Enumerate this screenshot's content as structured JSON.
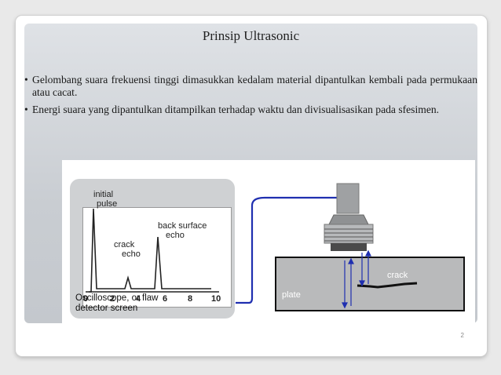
{
  "slide": {
    "title": "Prinsip Ultrasonic",
    "bullets": [
      "Gelombang suara frekuensi tinggi dimasukkan kedalam material dipantulkan kembali pada permukaan atau cacat.",
      "Energi suara yang dipantulkan ditampilkan terhadap waktu dan divisualisasikan pada sfesimen."
    ],
    "bullet_symbol": "•"
  },
  "figure": {
    "peaks": {
      "initial_pulse": [
        "initial",
        "pulse"
      ],
      "crack_echo": [
        "crack",
        "echo"
      ],
      "back_surface_echo": [
        "back surface",
        "echo"
      ]
    },
    "axis_ticks": [
      "0",
      "2",
      "4",
      "6",
      "8",
      "10"
    ],
    "caption": [
      "Oscilloscope, or flaw",
      "detector screen"
    ],
    "plate_label": "plate",
    "crack_label": "crack",
    "slide_number": "2",
    "colors": {
      "cable": "#1f2fb0",
      "plate": "#b9babb",
      "signal": "#222222",
      "scope_body": "#cfd1d3"
    }
  }
}
